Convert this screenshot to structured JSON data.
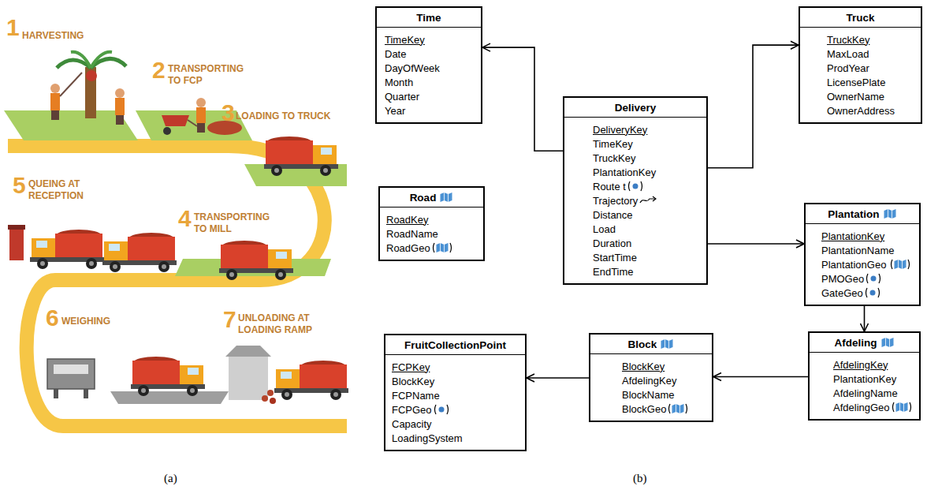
{
  "diagram": {
    "nodes": [
      {
        "text": [
          "Time",
          "TimeKey",
          "Date",
          "DayOfWeek",
          "Month",
          "Quarter",
          "Year"
        ]
      },
      {
        "text": [
          "Truck",
          "TruckKey",
          "MaxLoad",
          "ProdYear",
          "LicensePlate",
          "OwnerName",
          "OwnerAddress"
        ]
      },
      {
        "text": [
          "Delivery",
          "DeliveryKey",
          "TimeKey",
          "TruckKey",
          "PlantationKey",
          "Route t",
          "Trajectory",
          "Distance",
          "Load",
          "Duration",
          "StartTime",
          "EndTime"
        ]
      },
      {
        "text": [
          "Road",
          "RoadKey",
          "RoadName",
          "RoadGeo"
        ]
      },
      {
        "text": [
          "Plantation",
          "PlantationKey",
          "PlantationName",
          "PlantationGeo",
          "PMOGeo",
          "GateGeo"
        ]
      },
      {
        "text": [
          "Afdeling",
          "AfdelingKey",
          "PlantationKey",
          "AfdelingName",
          "AfdelingGeo"
        ]
      },
      {
        "text": [
          "Block",
          "BlockKey",
          "AfdelingKey",
          "BlockName",
          "BlockGeo"
        ]
      },
      {
        "text": [
          "FruitCollectionPoint",
          "FCPKey",
          "BlockKey",
          "FCPName",
          "FCPGeo",
          "Capacity",
          "LoadingSystem"
        ]
      }
    ],
    "edges": [
      {
        "from": 2,
        "to": 0,
        "arrow": "to"
      },
      {
        "from": 2,
        "to": 1,
        "arrow": "to"
      },
      {
        "from": 2,
        "to": 4,
        "arrow": "to"
      },
      {
        "from": 4,
        "to": 5,
        "arrow": "to"
      },
      {
        "from": 5,
        "to": 6,
        "arrow": "to"
      },
      {
        "from": 6,
        "to": 7,
        "arrow": "to"
      }
    ],
    "labels": [
      "1",
      "HARVESTING",
      "2",
      "TRANSPORTING TO FCP",
      "3",
      "LOADING TO TRUCK",
      "5",
      "QUEING AT RECEPTION",
      "4",
      "TRANSPORTING TO MILL",
      "6",
      "WEIGHING",
      "7",
      "UNLOADING AT LOADING RAMP",
      "(a)",
      "(b)"
    ]
  }
}
